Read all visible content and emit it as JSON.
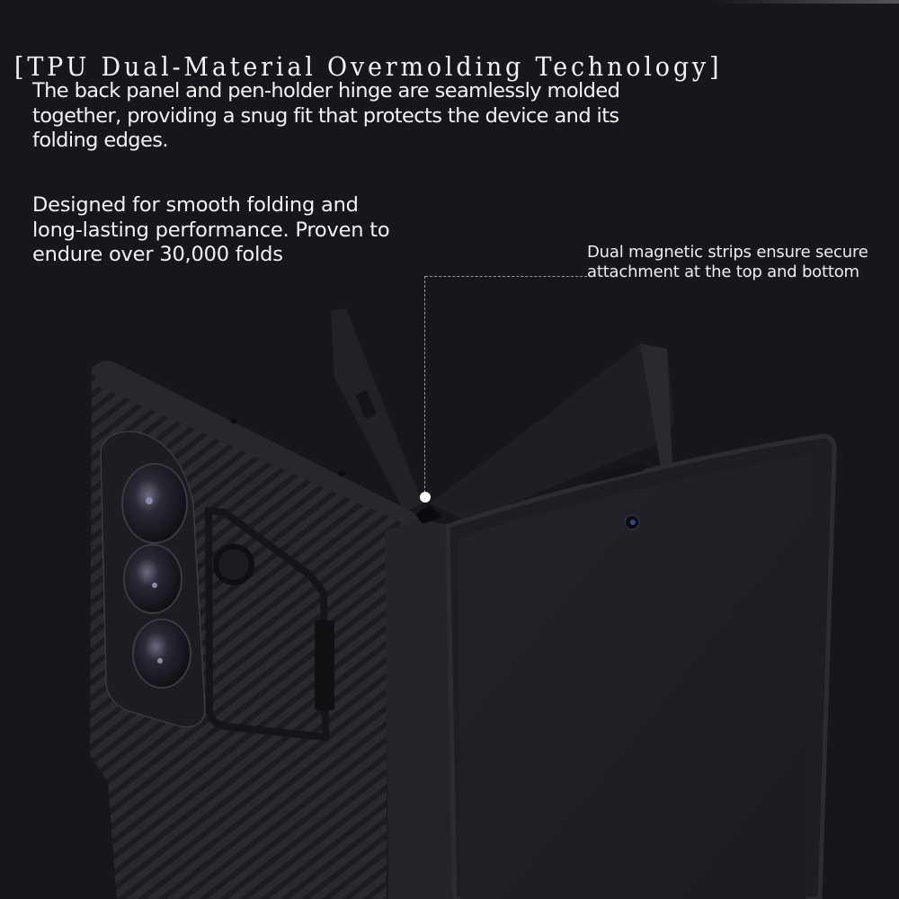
{
  "title": "[TPU Dual-Material Overmolding Technology]",
  "paragraphs": {
    "overmolding": "The back panel and pen-holder hinge are seamlessly molded together, providing a snug fit that protects the device and its folding edges.",
    "durability": "Designed for smooth folding and long-lasting performance. Proven to endure over 30,000 folds"
  },
  "callout": {
    "text": "Dual magnetic strips ensure secure attachment at the top and bottom",
    "pointer": "hinge-top"
  },
  "colors": {
    "background": "#17161b",
    "text": "#f2f2f2",
    "leader_line": "#9a9a9e",
    "case_body": "#1f1e23"
  },
  "product_image": {
    "subject": "foldable-phone-case",
    "features": [
      "triple-camera-module",
      "carbon-stripe-texture",
      "pen-holder-hinge",
      "front-camera-punch-hole",
      "side-kickstand"
    ]
  }
}
